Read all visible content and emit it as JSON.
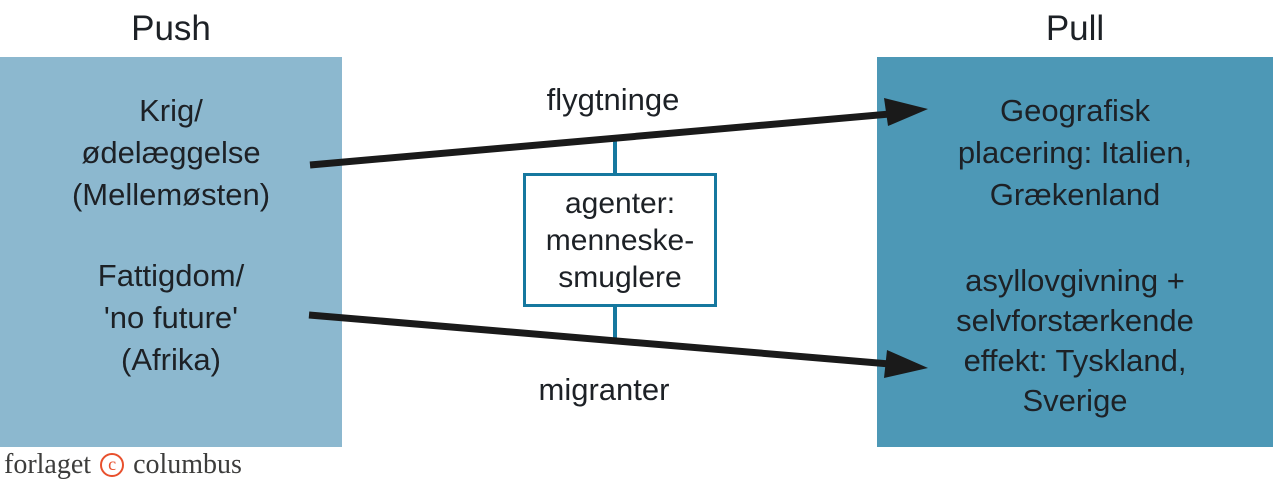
{
  "colors": {
    "push-bg": "#8cb8cf",
    "pull-bg": "#4d98b6",
    "line-blue": "#16789f",
    "arrow": "#1a1a1a",
    "text": "#1d2126",
    "logo-text": "#3d3d3c",
    "logo-accent": "#e8502d"
  },
  "push": {
    "title": "Push",
    "items": [
      {
        "lines": [
          "Krig/",
          "ødelæggelse",
          "(Mellemøsten)"
        ]
      },
      {
        "lines": [
          "Fattigdom/",
          "'no future'",
          "(Afrika)"
        ]
      }
    ]
  },
  "pull": {
    "title": "Pull",
    "items": [
      {
        "lines": [
          "Geografisk",
          "placering: Italien,",
          "Grækenland"
        ]
      },
      {
        "lines": [
          "asyllovgivning +",
          "selvforstærkende",
          "effekt: Tyskland,",
          "Sverige"
        ]
      }
    ]
  },
  "flows": {
    "top": "flygtninge",
    "bottom": "migranter"
  },
  "agent": {
    "lines": [
      "agenter:",
      "menneske-",
      "smuglere"
    ]
  },
  "logo": {
    "left": "forlaget",
    "symbol": "c",
    "right": "columbus"
  }
}
